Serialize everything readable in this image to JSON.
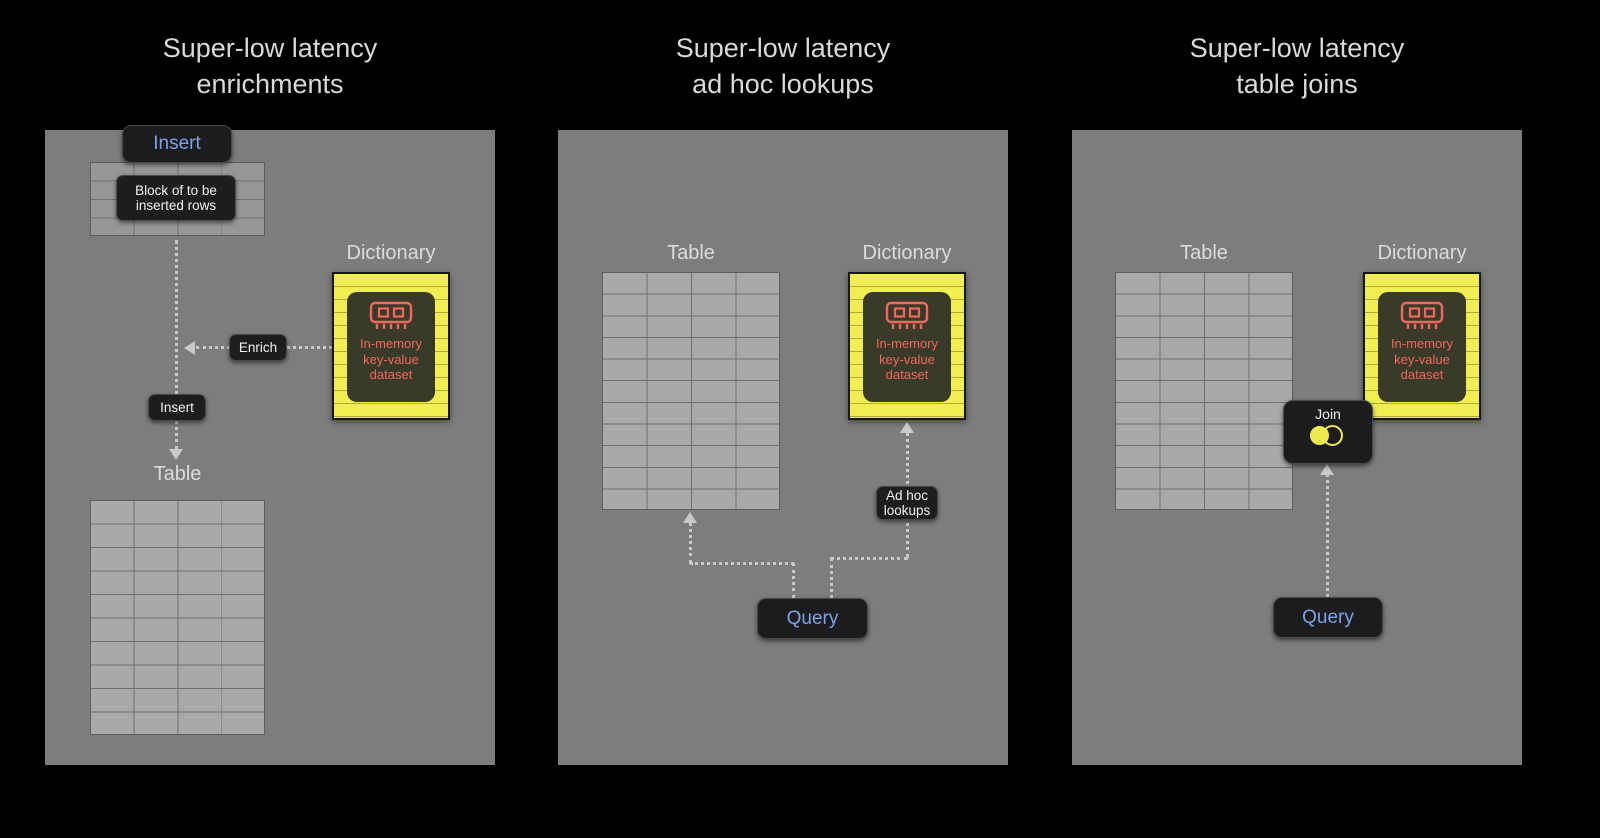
{
  "colors": {
    "background": "#000000",
    "panel_gray": "#7d7d7d",
    "accent_blue": "#7aa3e8",
    "dictionary_yellow": "#f0ee52",
    "icon_red": "#f0685f"
  },
  "panels": [
    {
      "title": [
        "Super-low latency",
        "enrichments"
      ],
      "insert_button": "Insert",
      "block_label": [
        "Block of to be",
        "inserted rows"
      ],
      "enrich_label": "Enrich",
      "insert_flow_label": "Insert",
      "table_label": "Table",
      "dictionary_label": "Dictionary",
      "dictionary_text": [
        "In-memory",
        "key-value",
        "dataset"
      ]
    },
    {
      "title": [
        "Super-low latency",
        "ad hoc lookups"
      ],
      "table_label": "Table",
      "dictionary_label": "Dictionary",
      "dictionary_text": [
        "In-memory",
        "key-value",
        "dataset"
      ],
      "query_button": "Query",
      "adhoc_label": [
        "Ad hoc",
        "lookups"
      ]
    },
    {
      "title": [
        "Super-low latency",
        "table joins"
      ],
      "table_label": "Table",
      "dictionary_label": "Dictionary",
      "dictionary_text": [
        "In-memory",
        "key-value",
        "dataset"
      ],
      "join_label": "Join",
      "query_button": "Query"
    }
  ]
}
